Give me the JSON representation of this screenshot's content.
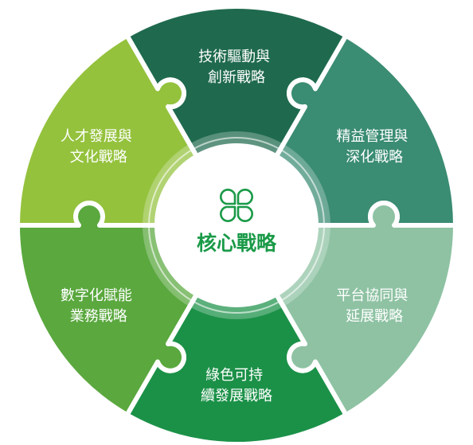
{
  "center": {
    "title": "核心戰略",
    "icon": "four-leaf-clover-icon",
    "color": "#1a9a48"
  },
  "segments": [
    {
      "id": "tech",
      "lines": [
        "技術驅動與",
        "創新戰略"
      ],
      "color": "#1f6a4e"
    },
    {
      "id": "lean",
      "lines": [
        "精益管理與",
        "深化戰略"
      ],
      "color": "#3a8c72"
    },
    {
      "id": "platform",
      "lines": [
        "平台協同與",
        "延展戰略"
      ],
      "color": "#8ec2a3"
    },
    {
      "id": "green",
      "lines": [
        "綠色可持",
        "續發展戰略"
      ],
      "color": "#1b9148"
    },
    {
      "id": "digital",
      "lines": [
        "數字化賦能",
        "業務戰略"
      ],
      "color": "#5aa83e"
    },
    {
      "id": "talent",
      "lines": [
        "人才發展與",
        "文化戰略"
      ],
      "color": "#94c23d"
    }
  ]
}
